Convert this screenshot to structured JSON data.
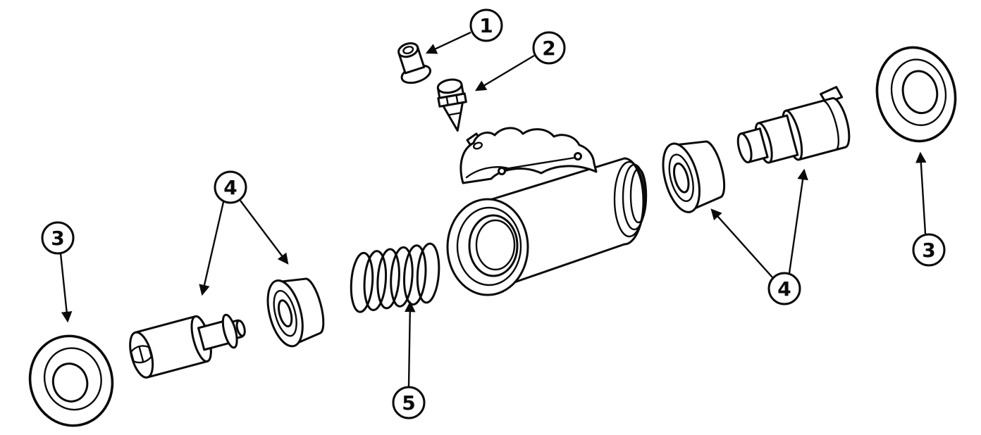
{
  "figure": {
    "type": "exploded-parts-diagram",
    "background_color": "#ffffff",
    "line_color": "#0a0a0a",
    "callouts": [
      {
        "label": "1",
        "part": "bleeder-screw-cap"
      },
      {
        "label": "2",
        "part": "bleeder-screw"
      },
      {
        "label": "3",
        "part": "boot-left"
      },
      {
        "label": "4",
        "part": "piston-and-cup-left"
      },
      {
        "label": "5",
        "part": "spring"
      },
      {
        "label": "4",
        "part": "cup-and-piston-right"
      },
      {
        "label": "3",
        "part": "boot-right"
      }
    ]
  }
}
